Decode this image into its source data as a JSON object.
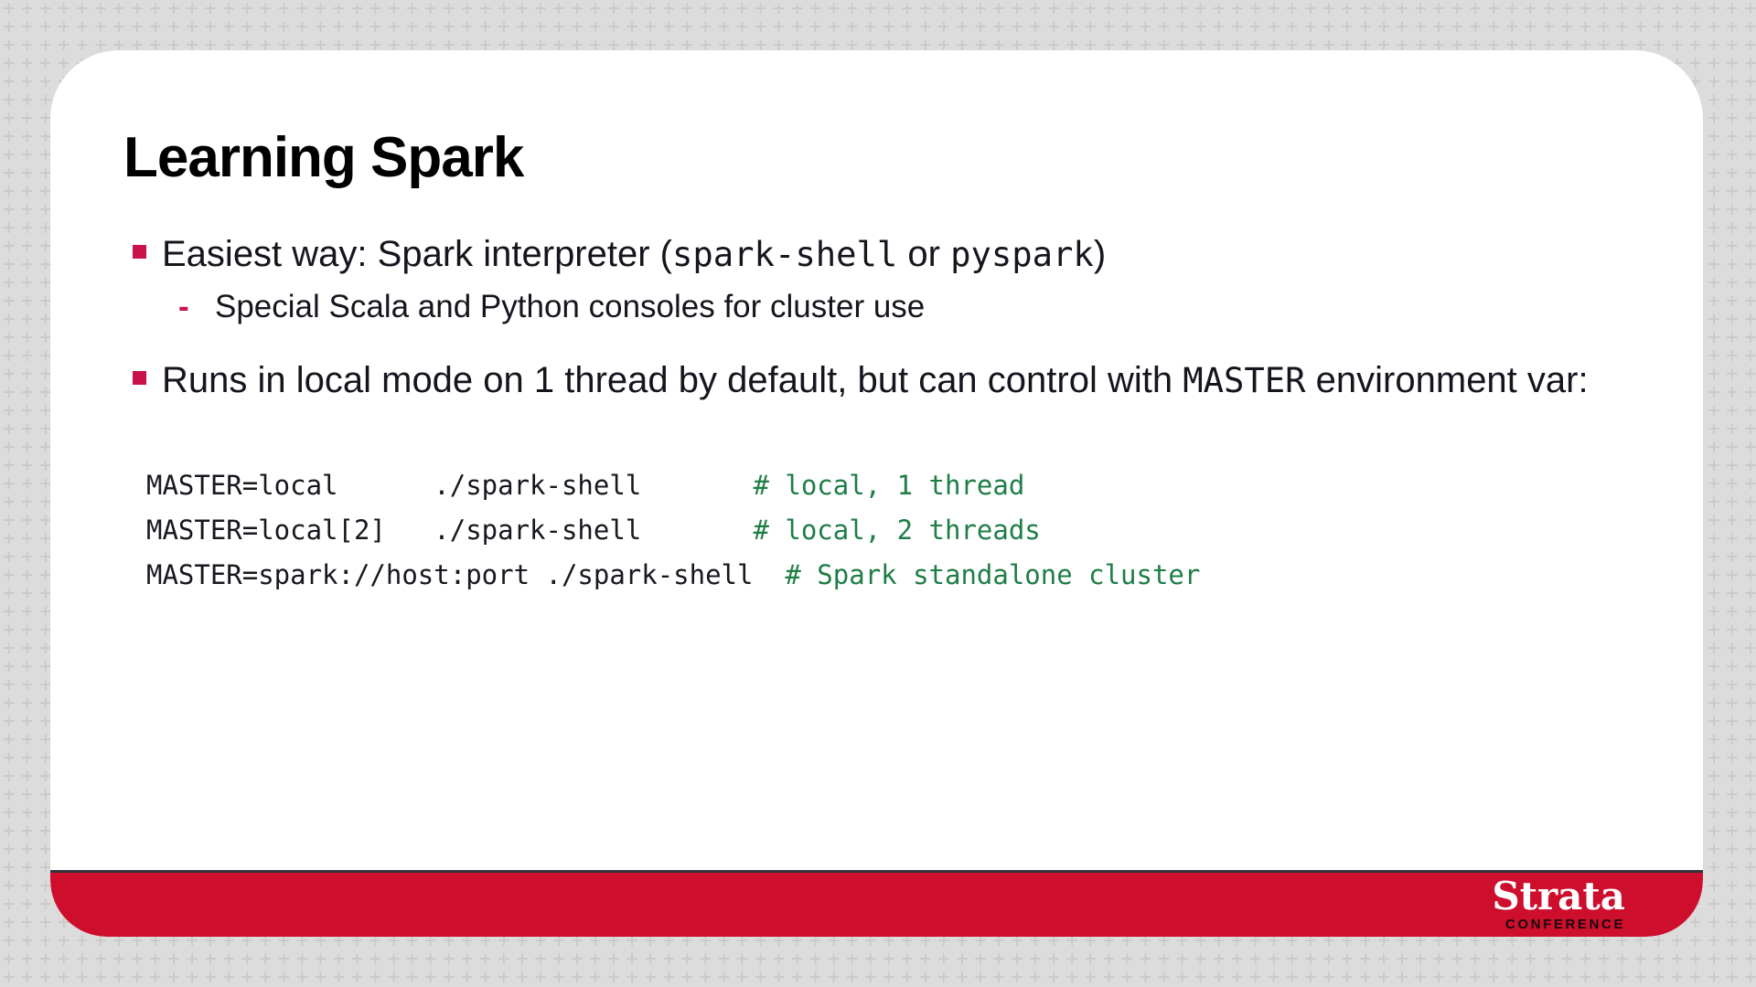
{
  "slide": {
    "title": "Learning Spark",
    "bullets": [
      {
        "level": 1,
        "runs": [
          {
            "t": "Easiest way: Spark interpreter ("
          },
          {
            "t": "spark-shell",
            "mono": true
          },
          {
            "t": " or "
          },
          {
            "t": "pyspark",
            "mono": true
          },
          {
            "t": ")"
          }
        ]
      },
      {
        "level": 2,
        "runs": [
          {
            "t": "Special Scala and Python consoles for cluster use"
          }
        ]
      },
      {
        "level": 1,
        "runs": [
          {
            "t": "Runs in local mode on 1 thread by default, but can control with "
          },
          {
            "t": "MASTER",
            "mono": true
          },
          {
            "t": " environment var:"
          }
        ]
      }
    ],
    "code_block": {
      "lines": [
        {
          "code": "MASTER=local      ./spark-shell       ",
          "comment": "# local, 1 thread"
        },
        {
          "code": "MASTER=local[2]   ./spark-shell       ",
          "comment": "# local, 2 threads"
        },
        {
          "code": "MASTER=spark://host:port ./spark-shell  ",
          "comment": "# Spark standalone cluster"
        }
      ]
    },
    "footer": {
      "brand": "Strata",
      "brand_subtitle": "CONFERENCE"
    }
  },
  "colors": {
    "background": "#dcdcdc",
    "pattern_plus": "#c9c9c9",
    "accent_red": "#c8124a",
    "footer_red": "#ce0e2d",
    "body_text": "#15151e",
    "code_text": "#17171f",
    "comment_green": "#1e7e46",
    "title_text": "#000000"
  }
}
